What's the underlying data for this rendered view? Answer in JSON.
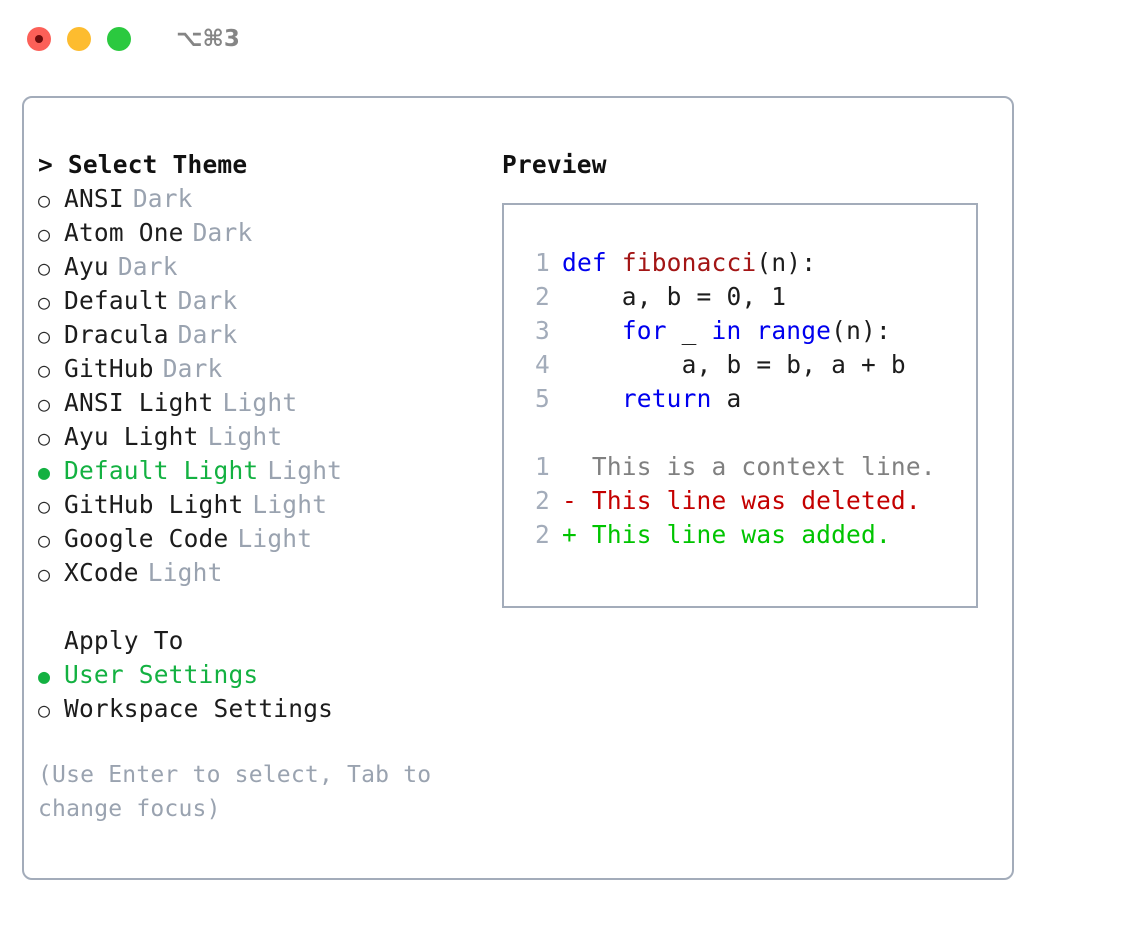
{
  "window": {
    "shortcut": "⌥⌘3",
    "traffic_lights": [
      {
        "name": "close",
        "color": "#fc6058"
      },
      {
        "name": "minimize",
        "color": "#fdbc2f"
      },
      {
        "name": "maximize",
        "color": "#2bc93f"
      }
    ]
  },
  "theme_list": {
    "header": "> Select Theme",
    "items": [
      {
        "marker": "○",
        "name": "ANSI",
        "kind": "Dark",
        "selected": false
      },
      {
        "marker": "○",
        "name": "Atom One",
        "kind": "Dark",
        "selected": false
      },
      {
        "marker": "○",
        "name": "Ayu",
        "kind": "Dark",
        "selected": false
      },
      {
        "marker": "○",
        "name": "Default",
        "kind": "Dark",
        "selected": false
      },
      {
        "marker": "○",
        "name": "Dracula",
        "kind": "Dark",
        "selected": false
      },
      {
        "marker": "○",
        "name": "GitHub",
        "kind": "Dark",
        "selected": false
      },
      {
        "marker": "○",
        "name": "ANSI Light",
        "kind": "Light",
        "selected": false
      },
      {
        "marker": "○",
        "name": "Ayu Light",
        "kind": "Light",
        "selected": false
      },
      {
        "marker": "●",
        "name": "Default Light",
        "kind": "Light",
        "selected": true
      },
      {
        "marker": "○",
        "name": "GitHub Light",
        "kind": "Light",
        "selected": false
      },
      {
        "marker": "○",
        "name": "Google Code",
        "kind": "Light",
        "selected": false
      },
      {
        "marker": "○",
        "name": "XCode",
        "kind": "Light",
        "selected": false
      }
    ]
  },
  "apply_to": {
    "header": "Apply To",
    "items": [
      {
        "marker": "●",
        "name": "User Settings",
        "selected": true
      },
      {
        "marker": "○",
        "name": "Workspace Settings",
        "selected": false
      }
    ]
  },
  "hint": "(Use Enter to select, Tab to change focus)",
  "preview": {
    "title": "Preview",
    "code_lines": [
      {
        "ln": "1",
        "tokens": [
          {
            "t": "def ",
            "c": "kw"
          },
          {
            "t": "fibonacci",
            "c": "fn"
          },
          {
            "t": "(n):",
            "c": "txt"
          }
        ]
      },
      {
        "ln": "2",
        "tokens": [
          {
            "t": "    a, b = 0, 1",
            "c": "txt"
          }
        ]
      },
      {
        "ln": "3",
        "tokens": [
          {
            "t": "    ",
            "c": "txt"
          },
          {
            "t": "for",
            "c": "kw"
          },
          {
            "t": " _ ",
            "c": "txt"
          },
          {
            "t": "in range",
            "c": "kw"
          },
          {
            "t": "(n):",
            "c": "txt"
          }
        ]
      },
      {
        "ln": "4",
        "tokens": [
          {
            "t": "        a, b = b, a + b",
            "c": "txt"
          }
        ]
      },
      {
        "ln": "5",
        "tokens": [
          {
            "t": "    ",
            "c": "txt"
          },
          {
            "t": "return",
            "c": "kw"
          },
          {
            "t": " a",
            "c": "txt"
          }
        ]
      }
    ],
    "diff_lines": [
      {
        "ln": "1",
        "text": "  This is a context line.",
        "kind": "ctx"
      },
      {
        "ln": "2",
        "text": "- This line was deleted.",
        "kind": "del"
      },
      {
        "ln": "2",
        "text": "+ This line was added.",
        "kind": "add"
      }
    ]
  },
  "colors": {
    "selection_green": "#13b141",
    "muted_gray": "#9aa3b0",
    "border": "#a3acba",
    "keyword_blue": "#0000ee",
    "function_red": "#a31515",
    "diff_delete": "#c40000",
    "diff_add": "#00c400"
  }
}
